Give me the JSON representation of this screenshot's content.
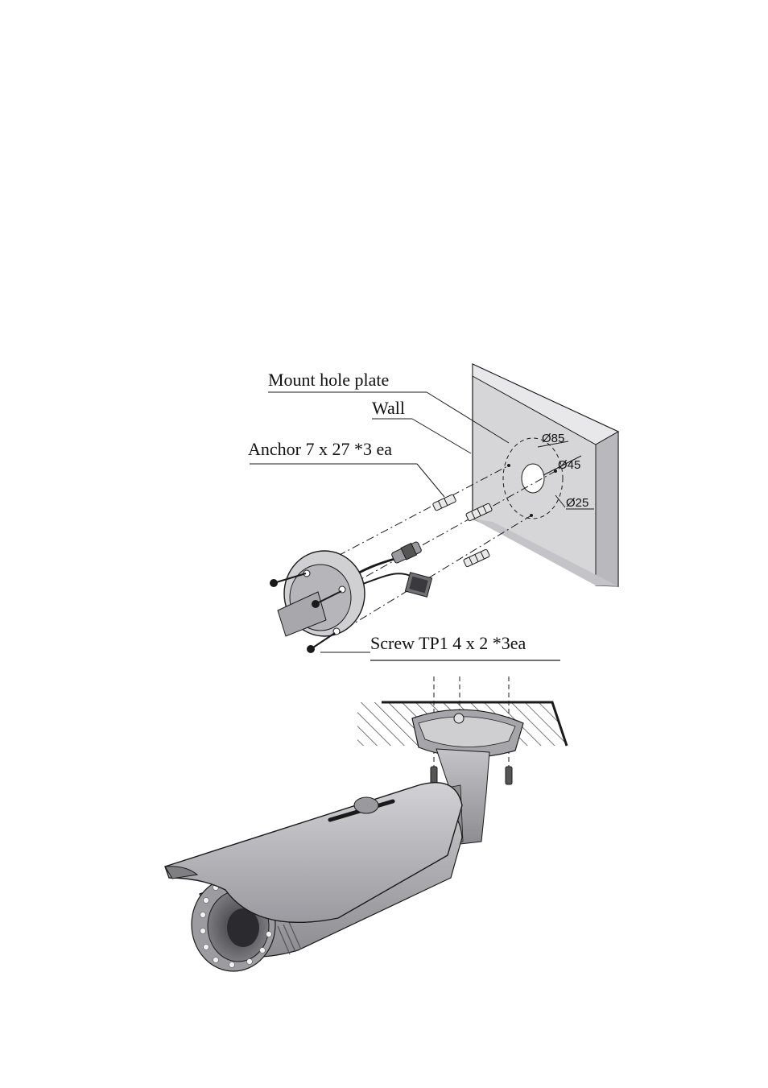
{
  "upper_diagram": {
    "labels": {
      "mount_hole_plate": "Mount hole plate",
      "wall": "Wall",
      "anchor": "Anchor 7 x 27 *3 ea",
      "screw": "Screw TP1 4 x 2 *3ea"
    },
    "dimensions": {
      "d85": "Ø85",
      "d45": "Ø45",
      "d25": "Ø25"
    }
  },
  "colors": {
    "line": "#1a1a1a",
    "wall_fill": "#d9d9db",
    "wall_side": "#b8b8bc",
    "wall_top": "#e6e6e8",
    "camera_body": "#a9a9ad",
    "camera_shade": "#8e8e93",
    "camera_light": "#c9c9cd"
  }
}
